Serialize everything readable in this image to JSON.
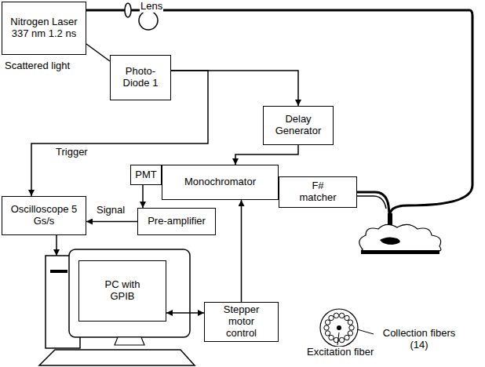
{
  "diagram": {
    "nodes": [
      {
        "text": [
          "Nitrogen Laser 337 nm 1.2 ns"
        ]
      },
      {
        "text": [
          "Photo- Diode 1"
        ]
      },
      {
        "text": [
          "Delay Generator"
        ]
      },
      {
        "text": [
          "PMT"
        ]
      },
      {
        "text": [
          "Monochromator"
        ]
      },
      {
        "text": [
          "F# matcher"
        ]
      },
      {
        "text": [
          "Oscilloscope 5 Gs/s"
        ]
      },
      {
        "text": [
          "Pre-amplifier"
        ]
      },
      {
        "text": [
          "PC with GPIB"
        ]
      },
      {
        "text": [
          "Stepper motor control"
        ]
      }
    ],
    "edges": [
      {
        "from": 0,
        "to": 1,
        "arrow": "none"
      },
      {
        "from": 1,
        "to": 2,
        "arrow": "to"
      },
      {
        "from": 1,
        "to": 6,
        "arrow": "to",
        "label": "Trigger"
      },
      {
        "from": 2,
        "to": 4,
        "arrow": "to"
      },
      {
        "from": 3,
        "to": 7,
        "arrow": "to"
      },
      {
        "from": 7,
        "to": 6,
        "arrow": "to",
        "label": "Signal"
      },
      {
        "from": 6,
        "to": 8,
        "arrow": "to"
      },
      {
        "from": 8,
        "to": 9,
        "arrow": "both"
      },
      {
        "from": 9,
        "to": 4,
        "arrow": "to"
      }
    ],
    "labels": [
      "Lens",
      "Scattered light",
      "Collection fibers (14)",
      "Excitation fiber"
    ]
  }
}
